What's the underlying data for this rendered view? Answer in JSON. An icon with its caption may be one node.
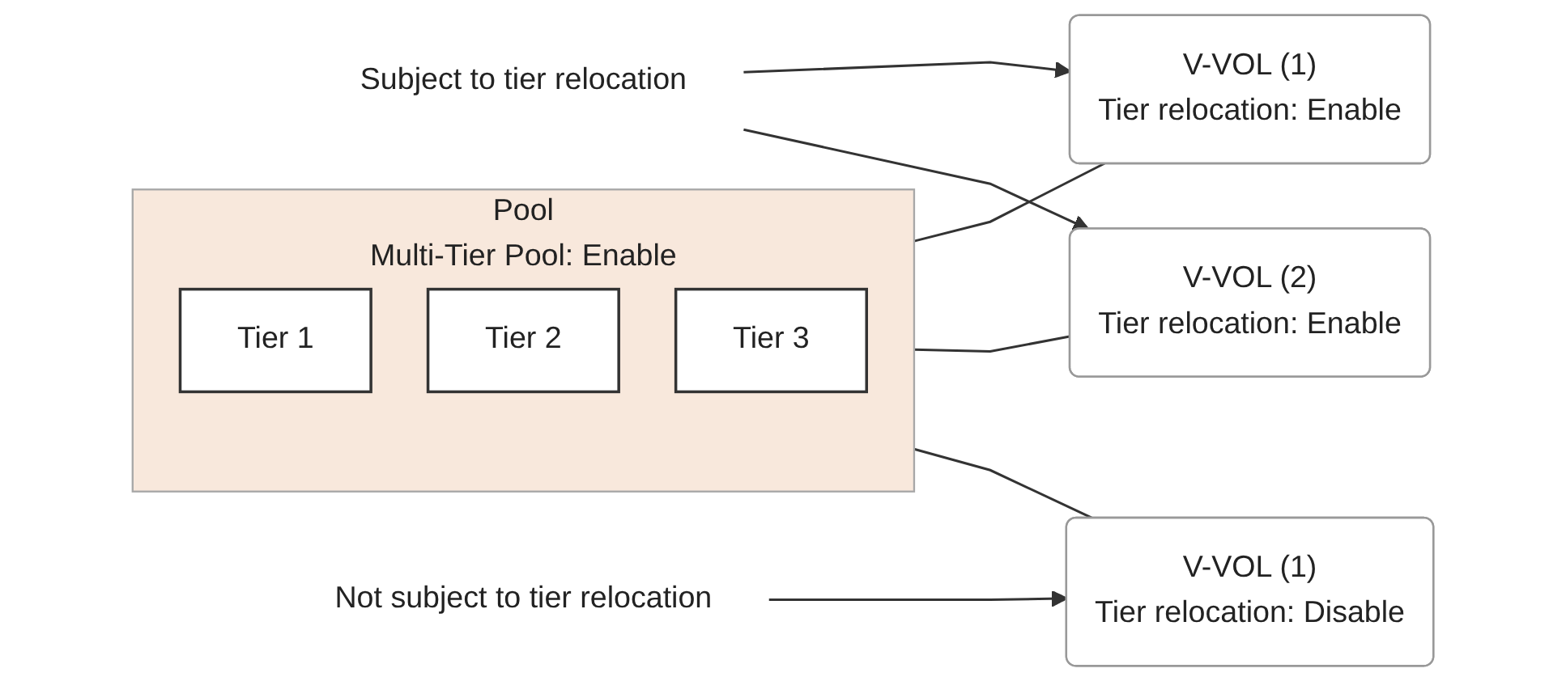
{
  "diagram": {
    "nodes": [
      {
        "text": [
          "Pool",
          "Multi-Tier Pool: Enable"
        ]
      },
      {
        "text": [
          "Tier 1"
        ],
        "in": 0
      },
      {
        "text": [
          "Tier 2"
        ],
        "in": 0
      },
      {
        "text": [
          "Tier 3"
        ],
        "in": 0
      },
      {
        "text": [
          "V-VOL (1)",
          "Tier relocation: Enable"
        ]
      },
      {
        "text": [
          "V-VOL (2)",
          "Tier relocation: Enable"
        ]
      },
      {
        "text": [
          "V-VOL (1)",
          "Tier relocation: Disable"
        ]
      },
      {
        "text": [
          "Subject to tier relocation"
        ]
      },
      {
        "text": [
          "Not subject to tier relocation"
        ]
      }
    ],
    "edges": [
      {
        "from": 0,
        "to": 4,
        "arrow": "none"
      },
      {
        "from": 0,
        "to": 5,
        "arrow": "none"
      },
      {
        "from": 0,
        "to": 6,
        "arrow": "none"
      },
      {
        "from": 7,
        "to": 4,
        "arrow": "to"
      },
      {
        "from": 7,
        "to": 5,
        "arrow": "to"
      },
      {
        "from": 8,
        "to": 6,
        "arrow": "to"
      }
    ]
  }
}
